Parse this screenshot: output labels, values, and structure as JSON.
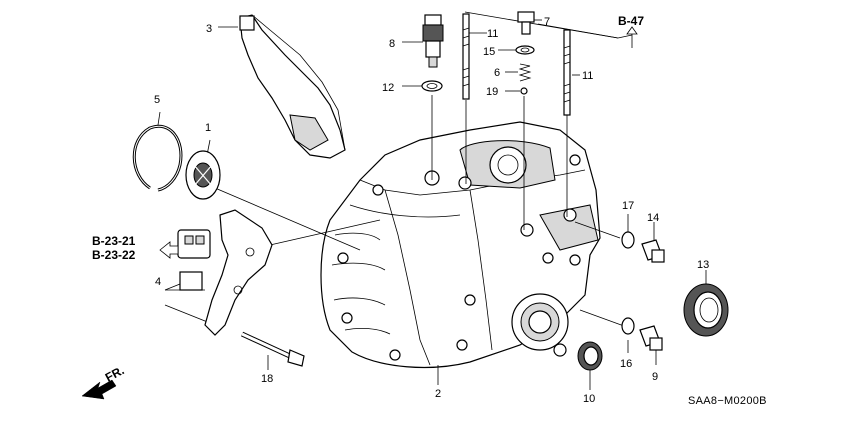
{
  "callouts": {
    "c1": "1",
    "c2": "2",
    "c3": "3",
    "c4": "4",
    "c5": "5",
    "c6": "6",
    "c7": "7",
    "c8": "8",
    "c9": "9",
    "c10": "10",
    "c11a": "11",
    "c11b": "11",
    "c12": "12",
    "c13": "13",
    "c14": "14",
    "c15": "15",
    "c16": "16",
    "c17": "17",
    "c18": "18",
    "c19": "19"
  },
  "refs": {
    "b47": "B-47",
    "b2321": "B-23-21",
    "b2322": "B-23-22"
  },
  "front_label": "FR.",
  "diagram_code": "SAA8−M0200B"
}
